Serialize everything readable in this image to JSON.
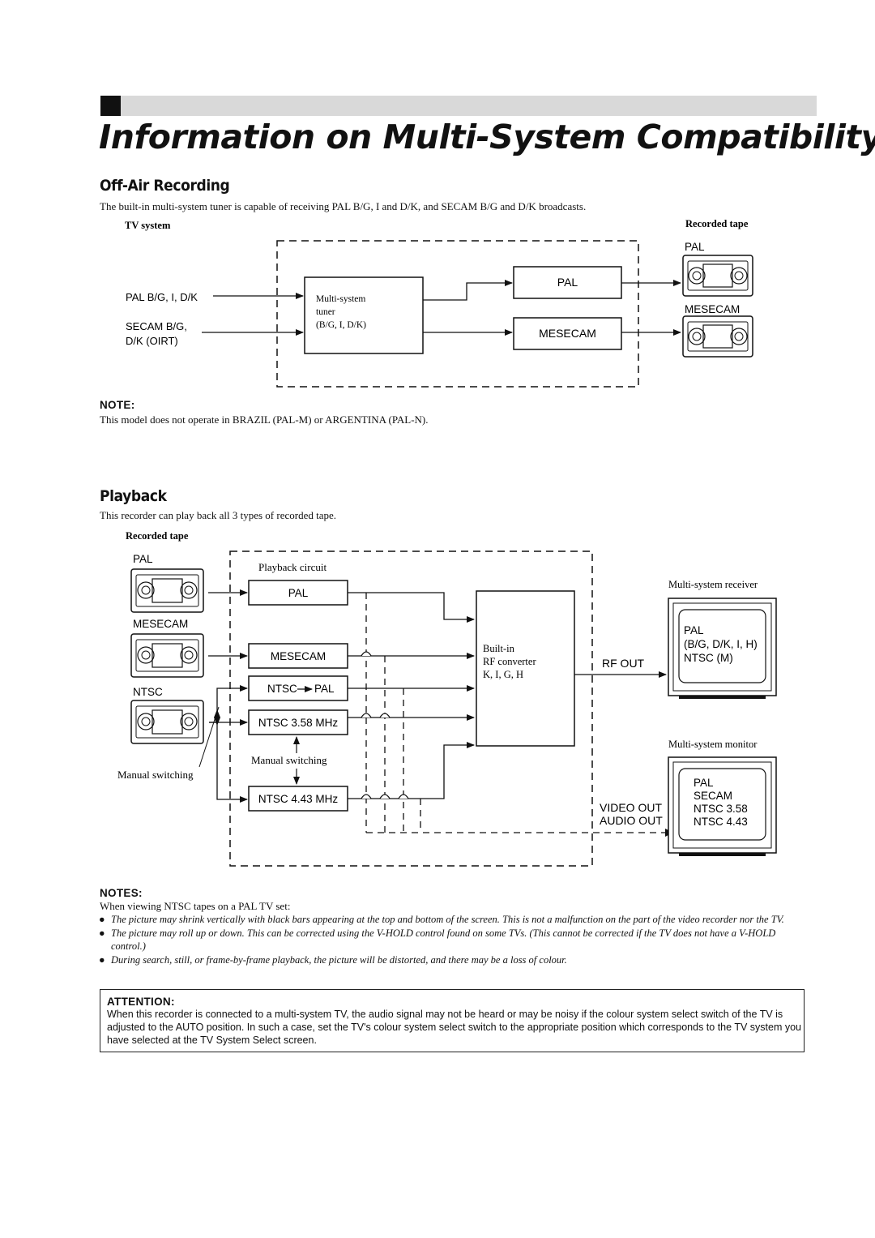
{
  "page": {
    "title": "Information on Multi-System Compatibility"
  },
  "off_air": {
    "heading": "Off-Air Recording",
    "intro": "The built-in multi-system tuner is capable of receiving PAL B/G, I and D/K, and SECAM B/G and D/K broadcasts.",
    "tv_system_label": "TV system",
    "recorded_tape_label": "Recorded tape",
    "input_1": "PAL B/G, I, D/K",
    "input_2_line1": "SECAM B/G,",
    "input_2_line2": "D/K (OIRT)",
    "tuner_line1": "Multi-system",
    "tuner_line2": "tuner",
    "tuner_line3": "(B/G, I, D/K)",
    "box_pal": "PAL",
    "box_mesecam": "MESECAM",
    "tape_pal": "PAL",
    "tape_mesecam": "MESECAM",
    "note_heading": "NOTE:",
    "note_text": "This model does not operate in BRAZIL (PAL-M) or ARGENTINA (PAL-N)."
  },
  "playback": {
    "heading": "Playback",
    "intro": "This recorder can play back all 3 types of recorded tape.",
    "recorded_tape_label": "Recorded tape",
    "tape_pal": "PAL",
    "tape_mesecam": "MESECAM",
    "tape_ntsc": "NTSC",
    "manual_switching_left": "Manual switching",
    "circuit_label": "Playback circuit",
    "box_pal": "PAL",
    "box_mesecam": "MESECAM",
    "box_ntsc_pal_1": "NTSC",
    "box_ntsc_pal_2": "PAL",
    "box_ntsc_358": "NTSC 3.58 MHz",
    "manual_switching_center": "Manual switching",
    "box_ntsc_443": "NTSC 4.43 MHz",
    "rf_line1": "Built-in",
    "rf_line2": "RF converter",
    "rf_line3": "K, I, G, H",
    "rf_out": "RF OUT",
    "video_out": "VIDEO OUT",
    "audio_out": "AUDIO OUT",
    "receiver_label": "Multi-system receiver",
    "receiver_screen": [
      "PAL",
      "(B/G, D/K, I, H)",
      "NTSC (M)"
    ],
    "monitor_label": "Multi-system monitor",
    "monitor_screen": [
      "PAL",
      "SECAM",
      "NTSC 3.58",
      "NTSC 4.43"
    ]
  },
  "notes": {
    "heading": "NOTES:",
    "intro": "When viewing NTSC tapes on a PAL TV set:",
    "items": [
      "The picture may shrink vertically with black bars appearing at the top and bottom of the screen. This is not a malfunction on the part of the video recorder nor the TV.",
      "The picture may roll up or down. This can be corrected using the V-HOLD control found on some TVs. (This cannot be corrected if the TV does not have a V-HOLD control.)",
      "During search, still, or frame-by-frame playback, the picture will be distorted, and there may be a loss of colour."
    ],
    "bullet": "●"
  },
  "attention": {
    "heading": "ATTENTION:",
    "text": "When this recorder is connected to a multi-system TV, the audio signal may not be heard or may be noisy if the colour system select switch of the TV is adjusted to the AUTO position. In such a case, set the TV's colour system select switch to the appropriate position which corresponds to the TV system you have selected at the TV System Select screen."
  }
}
